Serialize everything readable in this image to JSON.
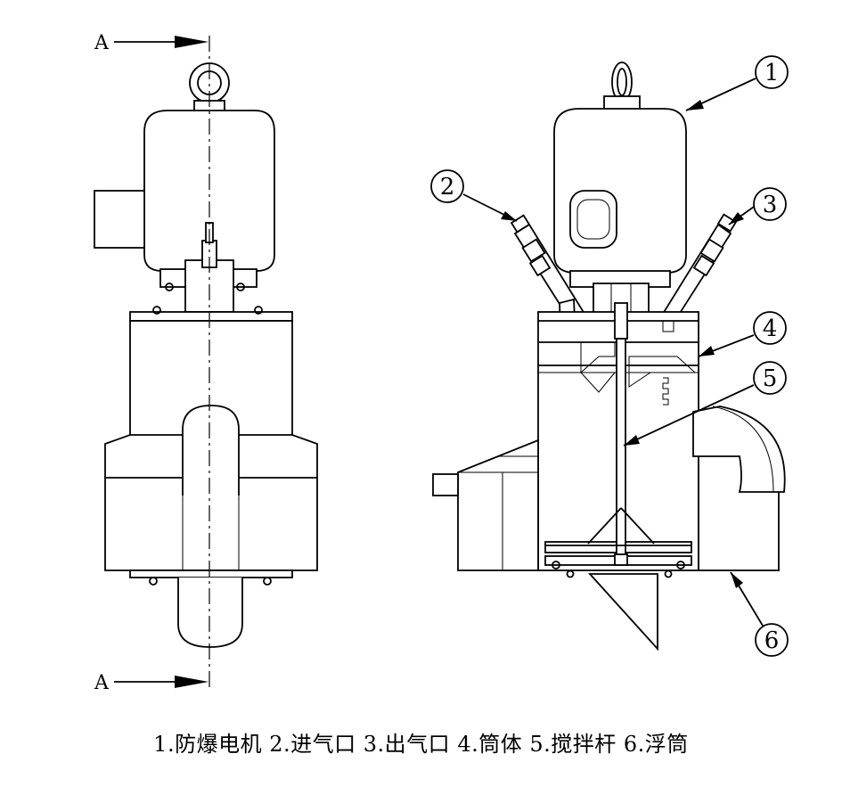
{
  "section_marks": {
    "top": "A",
    "bottom": "A"
  },
  "callouts": [
    {
      "number": "1",
      "label": "防爆电机"
    },
    {
      "number": "2",
      "label": "进气口"
    },
    {
      "number": "3",
      "label": "出气口"
    },
    {
      "number": "4",
      "label": "筒体"
    },
    {
      "number": "5",
      "label": "搅拌杆"
    },
    {
      "number": "6",
      "label": "浮筒"
    }
  ],
  "caption": {
    "items": [
      "1.防爆电机",
      "2.进气口",
      "3.出气口",
      "4.筒体",
      "5.搅拌杆",
      "6.浮筒"
    ]
  }
}
